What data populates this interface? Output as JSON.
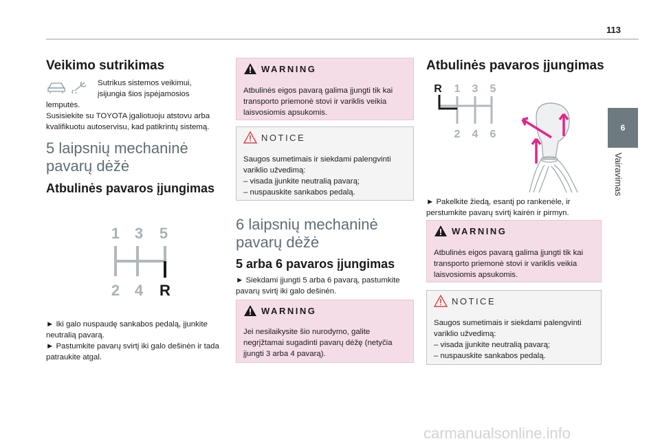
{
  "page_number": "113",
  "side_tab": {
    "number": "6",
    "label": "Vairavimas"
  },
  "col1": {
    "heading": "Veikimo sutrikimas",
    "icon_text": "Sutrikus sistemos veikimui, įsijungia šios įspėjamosios",
    "text_cont": "lemputės.",
    "text2": "Susisiekite su TOYOTA įgaliotuoju atstovu arba kvalifikuotu autoservisu, kad patikrintų sistemą.",
    "section_title": "5 laipsnių mechaninė pavarų dėžė",
    "subheading": "Atbulinės pavaros įjungimas",
    "gears": {
      "top": [
        "1",
        "3",
        "5"
      ],
      "bottom": [
        "2",
        "4",
        "R"
      ]
    },
    "steps": [
      "► Iki galo nuspaudę sankabos pedalą, įjunkite neutralią pavarą.",
      "► Pastumkite pavarų svirtį iki galo dešinėn ir tada patraukite atgal."
    ]
  },
  "col2": {
    "warning1": {
      "label": "WARNING",
      "text": "Atbulinės eigos pavarą galima įjungti tik kai transporto priemonė stovi ir variklis veikia laisvosiomis apsukomis."
    },
    "notice1": {
      "label": "NOTICE",
      "text": "Saugos sumetimais ir siekdami palengvinti variklio užvedimą:",
      "items": [
        "– visada įjunkite neutralią pavarą;",
        "– nuspauskite sankabos pedalą."
      ]
    },
    "section_title": "6 laipsnių mechaninė pavarų dėžė",
    "subheading": "5 arba 6 pavaros įjungimas",
    "step": "► Siekdami įjungti 5 arba 6 pavarą, pastumkite pavarų svirtį iki galo dešinėn.",
    "warning2": {
      "label": "WARNING",
      "text": "Jei nesilaikysite šio nurodymo, galite negrįžtamai sugadinti pavarų dėžę (netyčia įjungti 3 arba 4 pavarą)."
    }
  },
  "col3": {
    "heading": "Atbulinės pavaros įjungimas",
    "gears": {
      "top": [
        "R",
        "1",
        "3",
        "5"
      ],
      "bottom": [
        "2",
        "4",
        "6"
      ]
    },
    "step": "► Pakelkite žiedą, esantį po rankenėle, ir perstumkite pavarų svirtį kairėn ir pirmyn.",
    "warning": {
      "label": "WARNING",
      "text": "Atbulinės eigos pavarą galima įjungti tik kai transporto priemonė stovi ir variklis veikia laisvosiomis apsukomis."
    },
    "notice": {
      "label": "NOTICE",
      "text": "Saugos sumetimais ir siekdami palengvinti variklio užvedimą:",
      "items": [
        "– visada įjunkite neutralią pavarą;",
        "– nuspauskite sankabos pedalą."
      ]
    }
  },
  "watermark": "carmanualsonline.info"
}
